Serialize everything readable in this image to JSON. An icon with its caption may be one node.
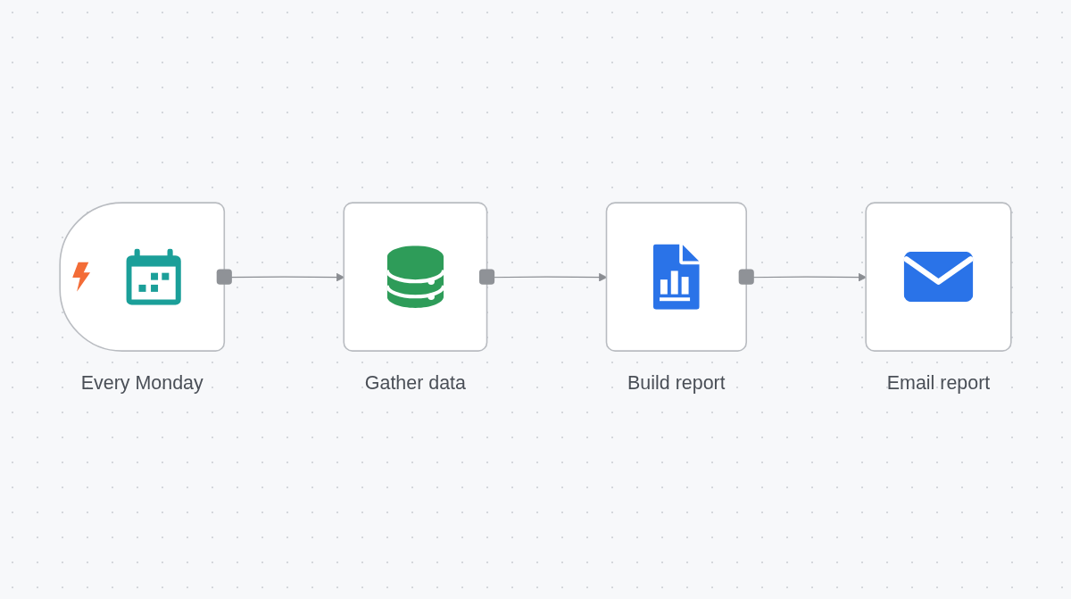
{
  "diagram": {
    "nodes": [
      {
        "text": [
          "Every Monday"
        ]
      },
      {
        "text": [
          "Gather data"
        ]
      },
      {
        "text": [
          "Build report"
        ]
      },
      {
        "text": [
          "Email report"
        ]
      }
    ],
    "edges": [
      {
        "from": 0,
        "to": 1,
        "arrow": "to"
      },
      {
        "from": 1,
        "to": 2,
        "arrow": "to"
      },
      {
        "from": 2,
        "to": 3,
        "arrow": "to"
      }
    ]
  }
}
